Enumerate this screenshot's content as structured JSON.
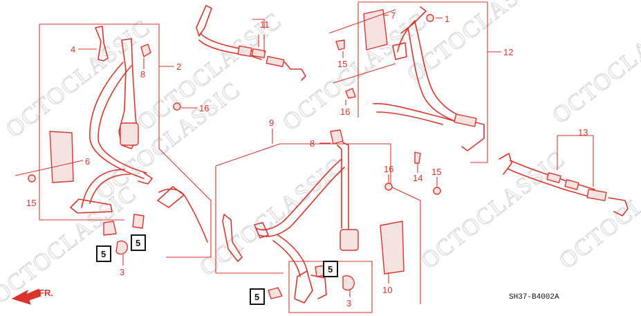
{
  "diagram": {
    "reference_code": "SH37-B4002A",
    "direction_label": "FR.",
    "watermark_text": "OCTOCLASSIC",
    "colors": {
      "line": "#d8342c",
      "background": "#ffffff",
      "box": "#111111",
      "watermark": "#d9d9d9"
    },
    "callouts": {
      "c1": "1",
      "c2": "2",
      "c3a": "3",
      "c3b": "3",
      "c4": "4",
      "c5a": "5",
      "c5b": "5",
      "c5c": "5",
      "c5d": "5",
      "c6": "6",
      "c7": "7",
      "c8a": "8",
      "c8b": "8",
      "c9": "9",
      "c10": "10",
      "c11": "11",
      "c12": "12",
      "c13": "13",
      "c14": "14",
      "c15a": "15",
      "c15b": "15",
      "c15c": "15",
      "c16a": "16",
      "c16b": "16",
      "c16c": "16"
    }
  }
}
